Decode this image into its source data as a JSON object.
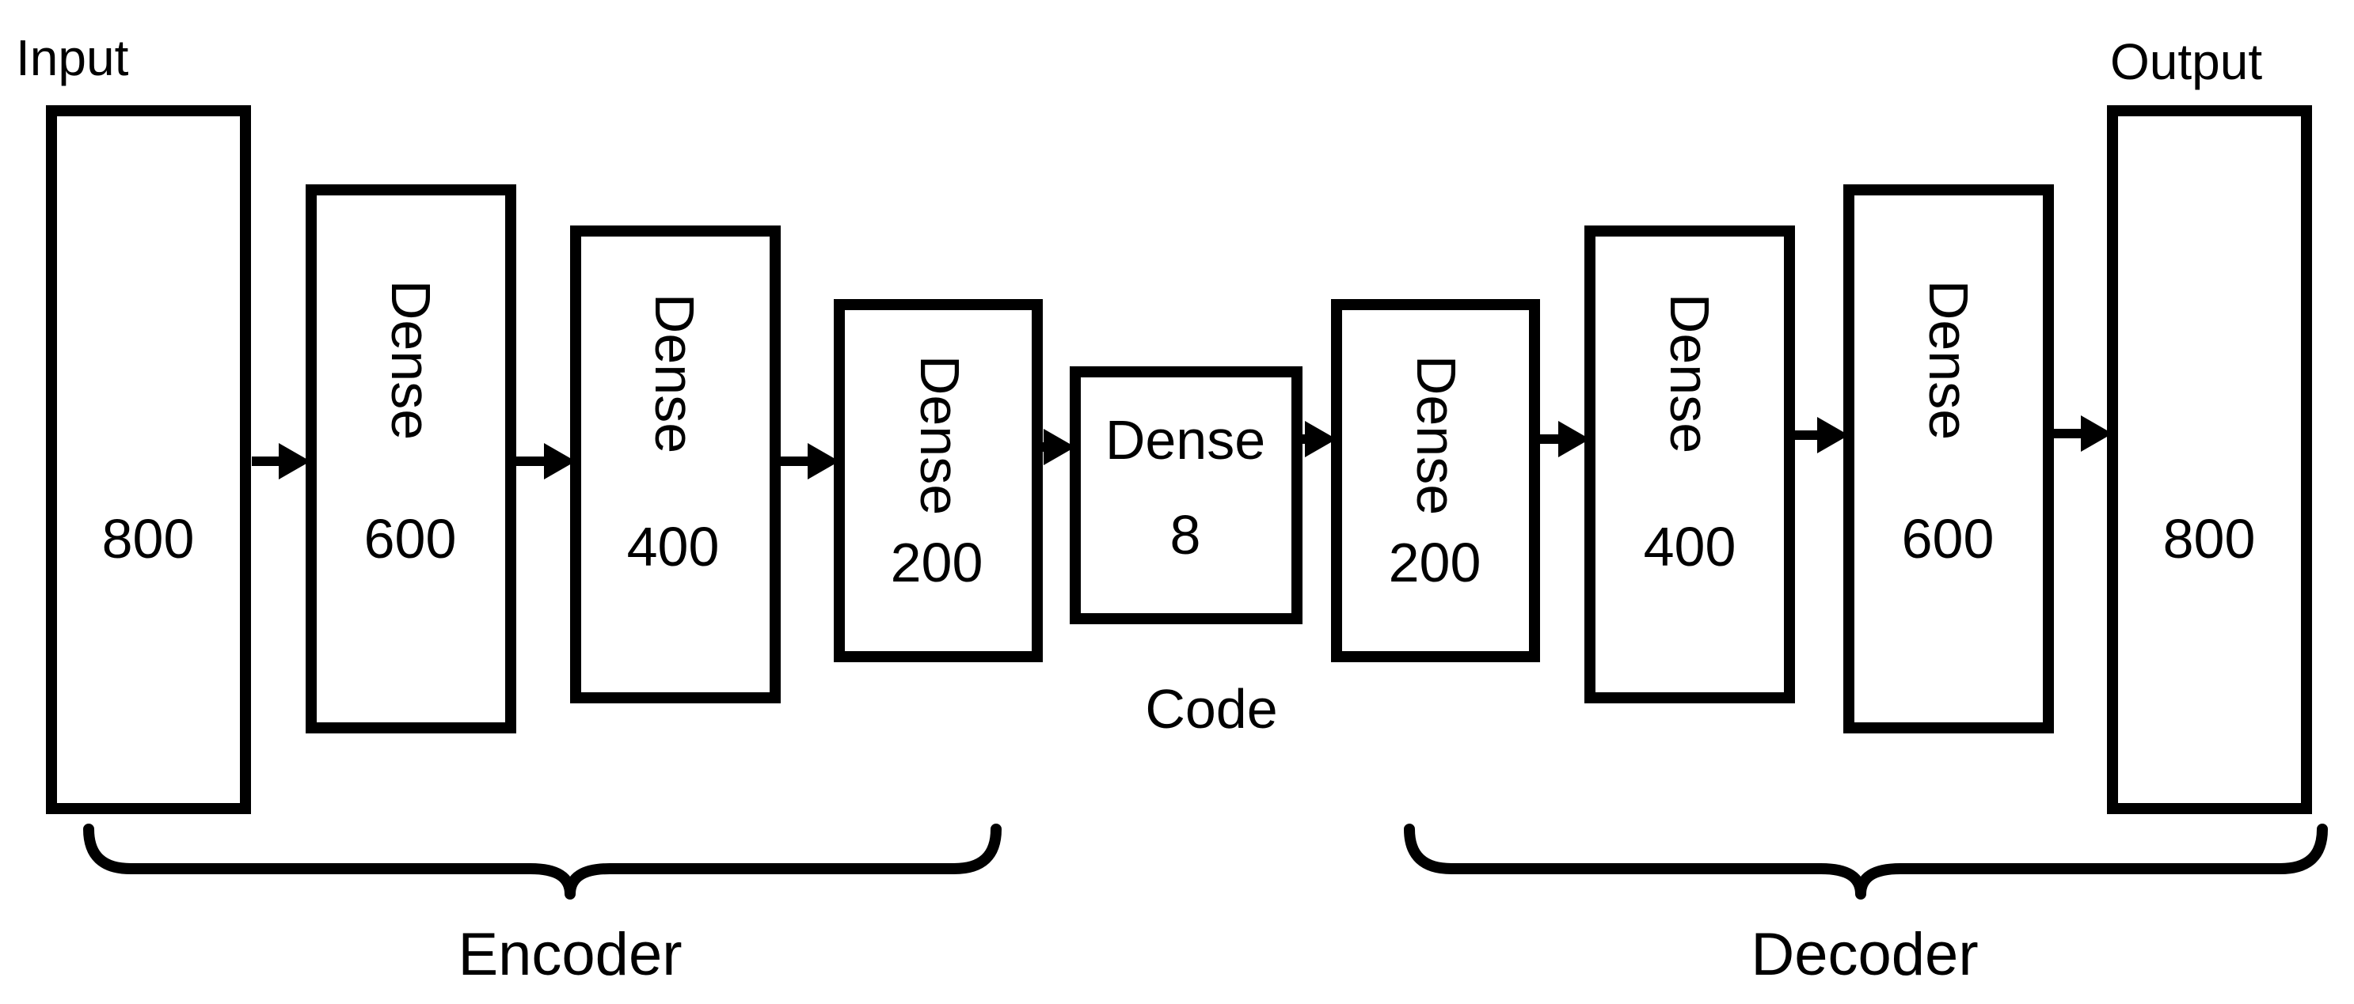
{
  "colors": {
    "stroke": "#000000",
    "background": "#ffffff",
    "text": "#000000"
  },
  "labels": {
    "input": "Input",
    "output": "Output",
    "code": "Code",
    "encoder": "Encoder",
    "decoder": "Decoder"
  },
  "layers": [
    {
      "name": "",
      "units": "800"
    },
    {
      "name": "Dense",
      "units": "600"
    },
    {
      "name": "Dense",
      "units": "400"
    },
    {
      "name": "Dense",
      "units": "200"
    },
    {
      "name": "Dense",
      "units": "8"
    },
    {
      "name": "Dense",
      "units": "200"
    },
    {
      "name": "Dense",
      "units": "400"
    },
    {
      "name": "Dense",
      "units": "600"
    },
    {
      "name": "",
      "units": "800"
    }
  ]
}
